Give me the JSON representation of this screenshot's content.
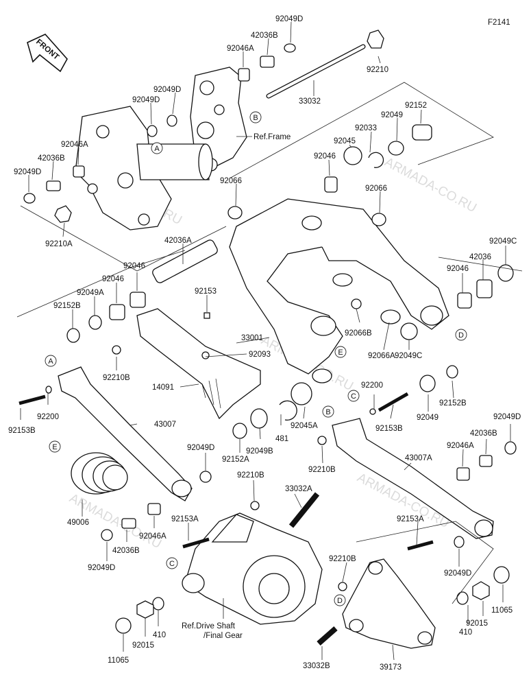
{
  "figure_id": "F2141",
  "front_label": "FRONT",
  "watermark": "ARMADA-CO.RU",
  "callouts": [
    "A",
    "B",
    "C",
    "D",
    "E"
  ],
  "refs": {
    "frame": "Ref.Frame",
    "drive_shaft_line1": "Ref.Drive Shaft",
    "drive_shaft_line2": "/Final Gear"
  },
  "parts": [
    "92049D",
    "42036B",
    "92046A",
    "92210",
    "33032",
    "92049D",
    "92049D",
    "92046A",
    "42036B",
    "92049D",
    "92210A",
    "92152",
    "92049",
    "92033",
    "92045",
    "92046",
    "92066",
    "92066",
    "42036A",
    "92046",
    "92046",
    "92049A",
    "92152B",
    "92153",
    "33001",
    "92093",
    "14091",
    "92066B",
    "92066A",
    "92049C",
    "42036",
    "92046",
    "92049C",
    "92210B",
    "92200",
    "92153B",
    "43007",
    "92152A",
    "92049B",
    "481",
    "92045A",
    "92200",
    "92153B",
    "92049",
    "92152B",
    "92210B",
    "43007A",
    "92049D",
    "42036B",
    "92046A",
    "49006",
    "92049D",
    "92210B",
    "33032A",
    "42036B",
    "92046A",
    "92153A",
    "92049D",
    "92153A",
    "92210B",
    "92049D",
    "92015",
    "11065",
    "410",
    "39173",
    "33032B",
    "11065",
    "92015",
    "410"
  ]
}
